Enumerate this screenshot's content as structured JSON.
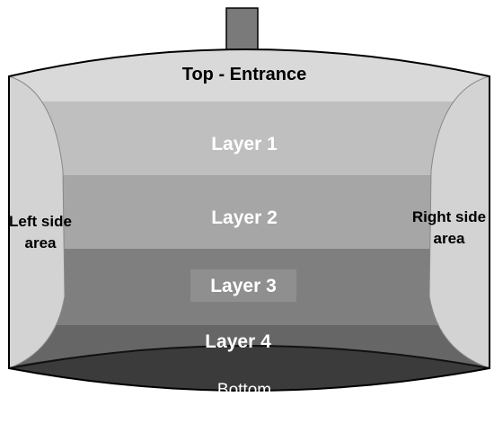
{
  "diagram": {
    "top_label": "Top - Entrance",
    "layers": [
      "Layer 1",
      "Layer 2",
      "Layer 3",
      "Layer 4"
    ],
    "bottom_label": "Bottom",
    "left_label": [
      "Left side",
      "area"
    ],
    "right_label": [
      "Right side",
      "area"
    ]
  },
  "colors": {
    "outline": "#000000",
    "top": "#d9d9d9",
    "layer1": "#bfbfbf",
    "layer2": "#a6a6a6",
    "layer3": "#7f7f7f",
    "layer4": "#666666",
    "bottom": "#3b3b3b",
    "sides": "#d3d3d3",
    "text_light": "#ffffff",
    "text_dark": "#000000"
  }
}
